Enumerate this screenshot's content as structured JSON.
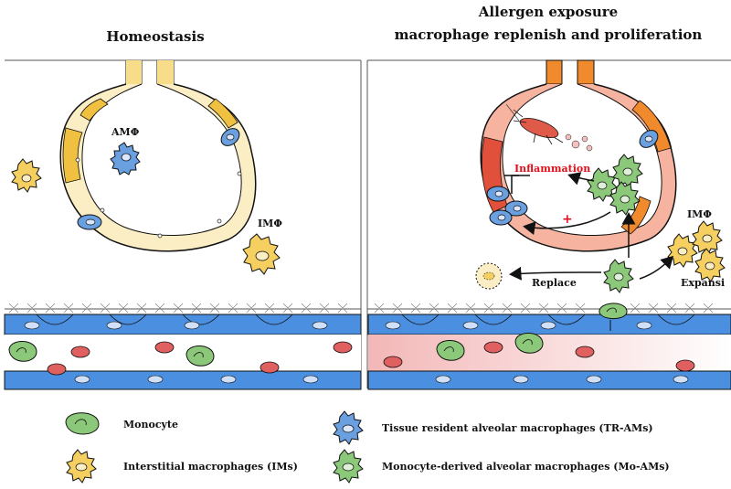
{
  "titles": {
    "left": "Homeostasis",
    "right_line1": "Allergen exposure",
    "right_line2": "macrophage replenish and proliferation"
  },
  "labels": {
    "am": "AMΦ",
    "im_left": "IMΦ",
    "im_right": "IMΦ",
    "inflammation": "Inflammation",
    "plus": "+",
    "replace": "Replace",
    "expansion": "Expansi"
  },
  "legend": {
    "monocyte": "Monocyte",
    "ims": "Interstitial macrophages (IMs)",
    "tr_ams": "Tissue resident alveolar macrophages (TR-AMs)",
    "mo_ams": "Monocyte-derived alveolar macrophages (Mo-AMs)"
  },
  "colors": {
    "vessel_blue": "#4a8fe0",
    "alveolus_yellow": "#f0c040",
    "alveolus_orange": "#f08a2c",
    "alveolus_red": "#e0503a",
    "monocyte_green": "#8cc87a",
    "tr_am_blue": "#6a9fe0",
    "im_yellow": "#f5d060",
    "rbc_red": "#e06060",
    "inflammation_red": "#e0101a"
  },
  "icons": [
    "cockroach-icon",
    "inhibition-arrow-icon",
    "activation-arrow-icon"
  ]
}
